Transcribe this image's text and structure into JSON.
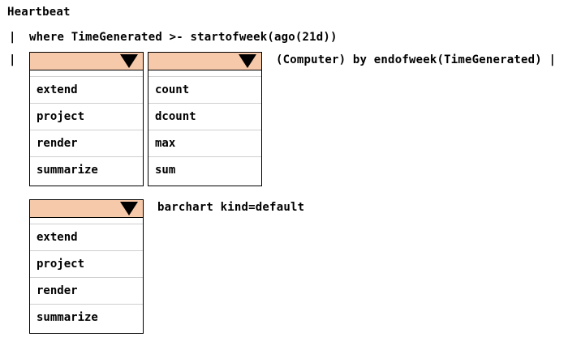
{
  "lines": {
    "table": "Heartbeat",
    "where_clause": "where TimeGenerated >- startofweek(ago(21d))",
    "by_clause": "(Computer) by endofweek(TimeGenerated) |",
    "render_clause": "barchart kind=default",
    "pipe": "|"
  },
  "dropdowns": {
    "operator1": {
      "selected": "",
      "options": [
        "extend",
        "project",
        "render",
        "summarize"
      ]
    },
    "aggregate": {
      "selected": "",
      "options": [
        "count",
        "dcount",
        "max",
        "sum"
      ]
    },
    "operator2": {
      "selected": "",
      "options": [
        "extend",
        "project",
        "render",
        "summarize"
      ]
    }
  },
  "colors": {
    "dropdown_header": "#f6c9ab",
    "option_divider": "#cfcfcf",
    "text": "#000000"
  },
  "icons": {
    "dropdown_arrow": "triangle-down-icon"
  }
}
